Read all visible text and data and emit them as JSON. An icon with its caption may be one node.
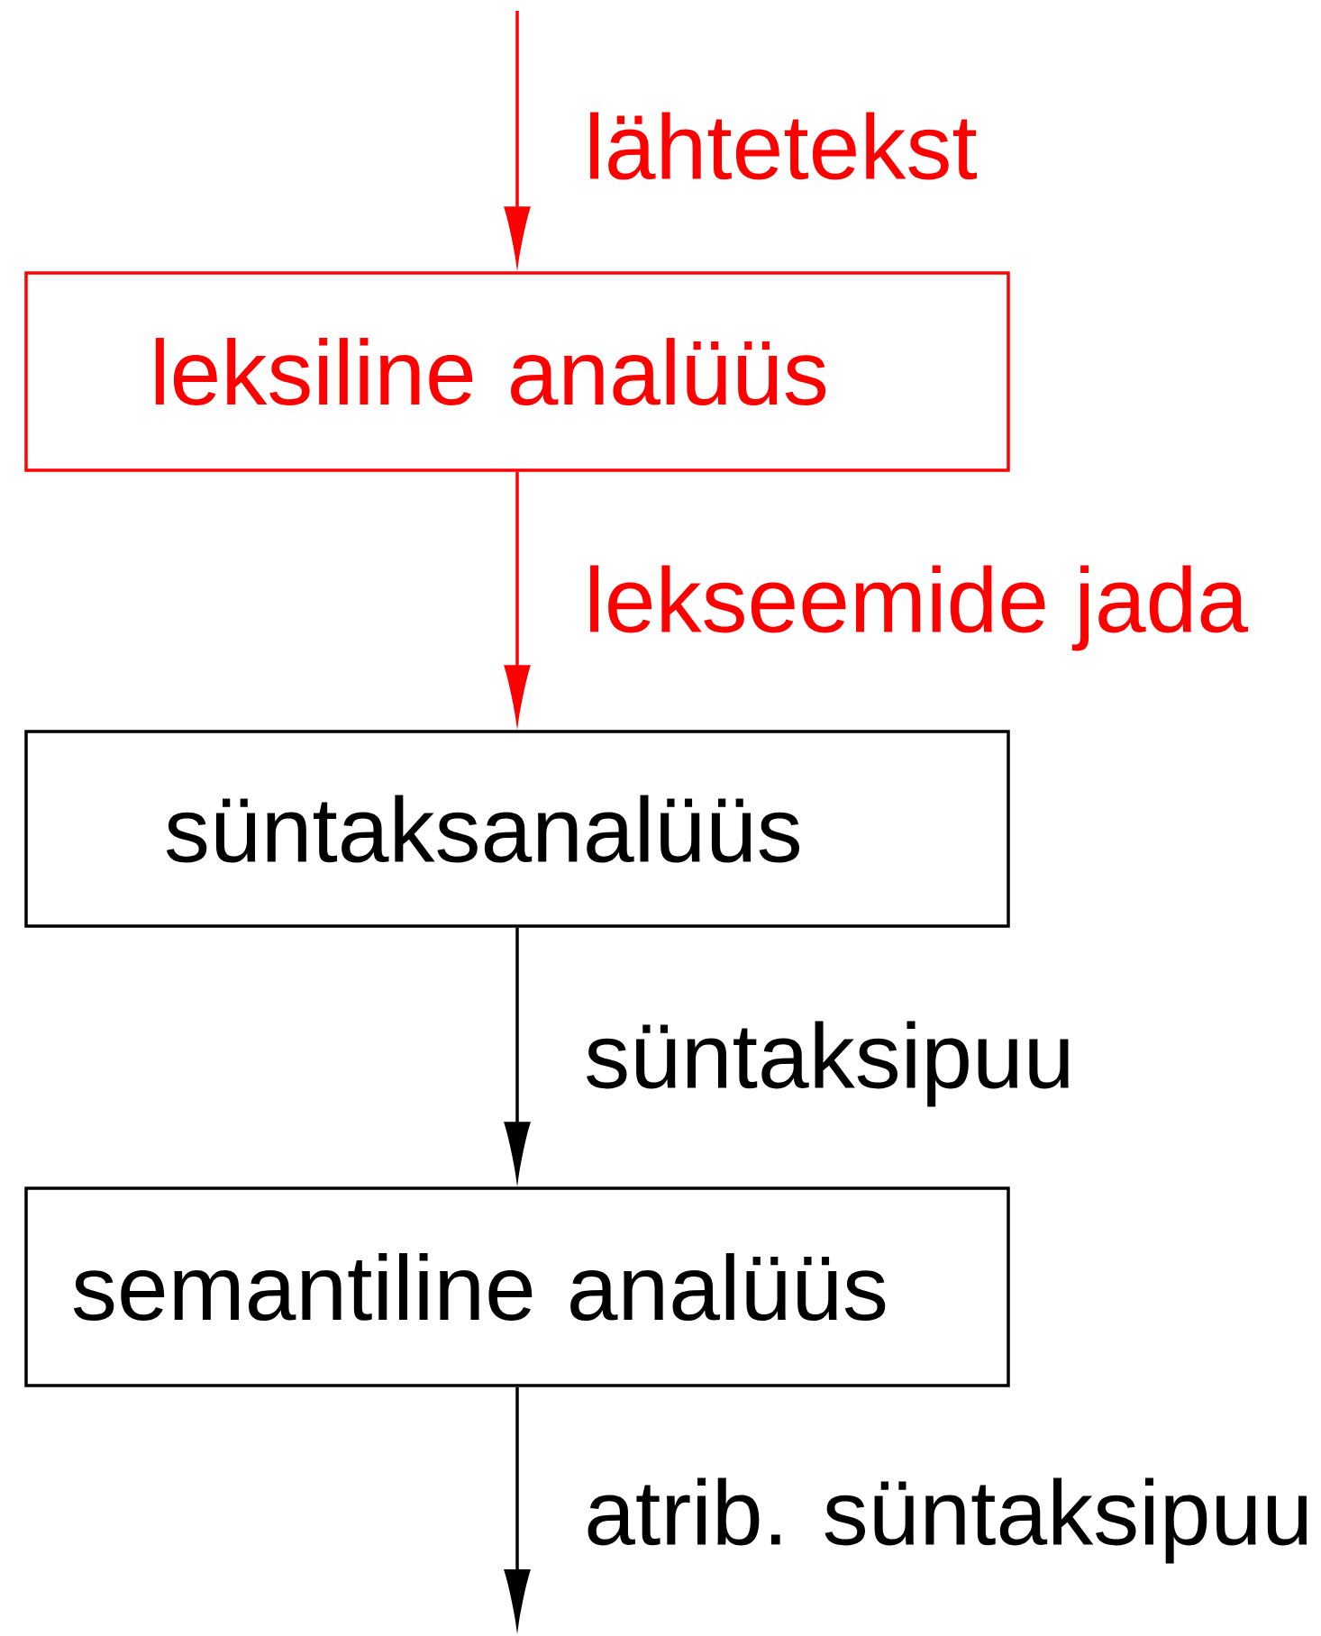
{
  "diagram": {
    "nodes": [
      {
        "text": [
          "leksiline analüüs"
        ]
      },
      {
        "text": [
          "süntaksanalüüs"
        ]
      },
      {
        "text": [
          "semantiline analüüs"
        ]
      }
    ],
    "edges": [
      {
        "from": null,
        "to": 0,
        "arrow": "to",
        "label": "lähtetekst",
        "color": "#ff0000"
      },
      {
        "from": 0,
        "to": 1,
        "arrow": "to",
        "label": "lekseemide jada",
        "color": "#ff0000"
      },
      {
        "from": 1,
        "to": 2,
        "arrow": "to",
        "label": "süntaksipuu",
        "color": "#000000"
      },
      {
        "from": 2,
        "to": null,
        "arrow": "to",
        "label": "atrib. süntaksipuu",
        "color": "#000000"
      }
    ]
  }
}
